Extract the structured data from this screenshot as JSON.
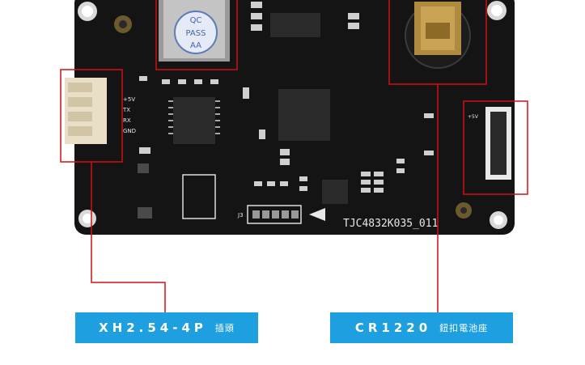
{
  "board": {
    "model_label": "TJC4832K035_011",
    "qc_sticker": [
      "QC",
      "PASS",
      "AA"
    ],
    "connector_pins": [
      "+5V",
      "TX",
      "RX",
      "GND"
    ],
    "j2_pins": [
      "+5V"
    ],
    "jumper_label": "J3"
  },
  "callouts": [
    {
      "code": "XH2.54-4P",
      "desc": "插頭"
    },
    {
      "code": "CR1220",
      "desc": "鈕扣電池座"
    }
  ],
  "colors": {
    "callout_bg": "#1e9fe0",
    "callout_line": "#d01010",
    "pcb": "#141414"
  }
}
